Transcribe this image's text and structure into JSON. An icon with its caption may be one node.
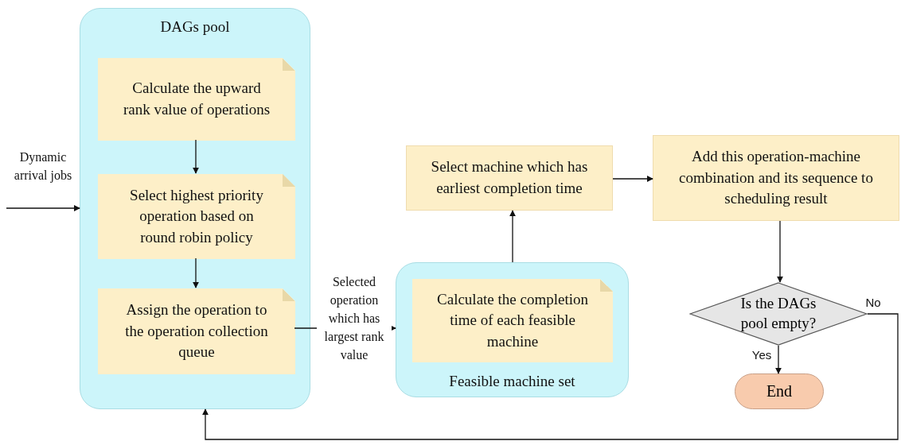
{
  "diagram": {
    "nodes": [
      {
        "text": [
          "DAGs pool"
        ]
      },
      {
        "text": [
          "Calculate the upward rank value of operations"
        ],
        "in": 0
      },
      {
        "text": [
          "Select highest priority operation based on round robin policy"
        ],
        "in": 0
      },
      {
        "text": [
          "Assign the operation to the operation collection queue"
        ],
        "in": 0
      },
      {
        "text": [
          "Feasible machine set"
        ]
      },
      {
        "text": [
          "Calculate the completion time of each feasible machine"
        ],
        "in": 4
      },
      {
        "text": [
          "Select machine which has earliest completion time"
        ]
      },
      {
        "text": [
          "Add this operation-machine combination and its sequence to scheduling result"
        ]
      },
      {
        "text": [
          "Is the DAGs pool empty?"
        ]
      },
      {
        "text": [
          "End"
        ]
      }
    ],
    "edges": [
      {
        "from": null,
        "to": 0,
        "arrow": "to",
        "label": "Dynamic arrival jobs"
      },
      {
        "from": 1,
        "to": 2,
        "arrow": "to"
      },
      {
        "from": 2,
        "to": 3,
        "arrow": "to"
      },
      {
        "from": 3,
        "to": 4,
        "arrow": "to",
        "label": "Selected operation which has largest rank value"
      },
      {
        "from": 4,
        "to": 6,
        "arrow": "to"
      },
      {
        "from": 6,
        "to": 7,
        "arrow": "to"
      },
      {
        "from": 7,
        "to": 8,
        "arrow": "to"
      },
      {
        "from": 8,
        "to": 9,
        "arrow": "to",
        "label": "Yes"
      },
      {
        "from": 8,
        "to": 0,
        "arrow": "to",
        "label": "No"
      }
    ]
  }
}
